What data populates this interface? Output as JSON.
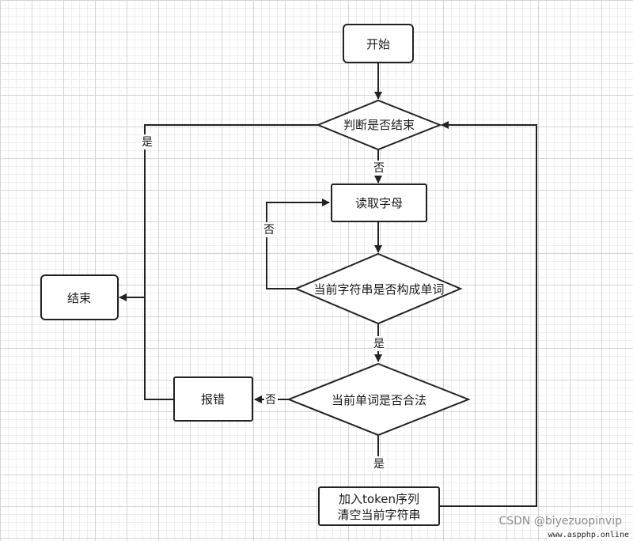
{
  "nodes": {
    "start": "开始",
    "check_end": "判断是否结束",
    "read_char": "读取字母",
    "is_word": "当前字符串是否构成单词",
    "is_valid": "当前单词是否合法",
    "end": "结束",
    "error": "报错",
    "append_line1": "加入token序列",
    "append_line2": "清空当前字符串"
  },
  "edges": {
    "check_end_no": "否",
    "check_end_yes": "是",
    "is_word_no": "否",
    "is_word_yes": "是",
    "is_valid_no": "否",
    "is_valid_yes": "是"
  },
  "watermark": {
    "csdn": "CSDN @biyezuopinvip",
    "site": "www.aspphp.online"
  }
}
